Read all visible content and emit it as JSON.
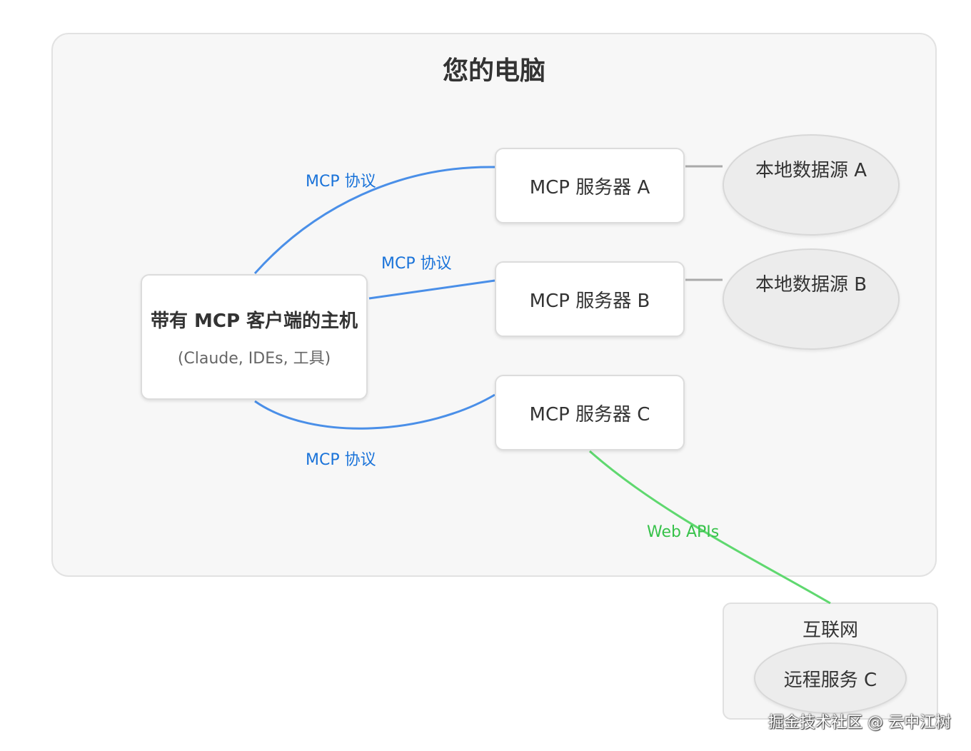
{
  "computer": {
    "title": "您的电脑"
  },
  "host": {
    "title": "带有 MCP 客户端的主机",
    "subtitle": "(Claude, IDEs, 工具)"
  },
  "servers": {
    "a": "MCP 服务器 A",
    "b": "MCP 服务器 B",
    "c": "MCP 服务器 C"
  },
  "data_sources": {
    "a": "本地数据源 A",
    "b": "本地数据源 B"
  },
  "internet": {
    "title": "互联网",
    "remote": "远程服务 C"
  },
  "edges": {
    "host_a": "MCP 协议",
    "host_b": "MCP 协议",
    "host_c": "MCP 协议",
    "c_remote": "Web APIs"
  },
  "colors": {
    "mcp_link": "#4a8fe8",
    "web_link": "#5fd86f",
    "local_link": "#aaaaaa"
  },
  "watermark": "掘金技术社区 @ 云中江树"
}
